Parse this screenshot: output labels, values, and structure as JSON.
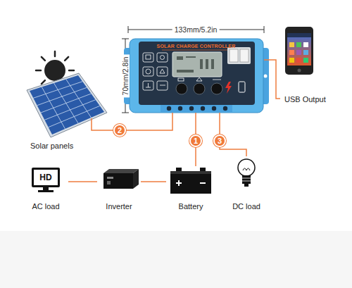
{
  "diagram": {
    "nodes": [
      {
        "text": [
          "SOLAR CHARGE CONTROLLER"
        ]
      },
      {
        "text": [
          "USB Output"
        ]
      },
      {
        "text": [
          "Solar panels"
        ]
      },
      {
        "text": [
          "AC load"
        ]
      },
      {
        "text": [
          "Inverter"
        ]
      },
      {
        "text": [
          "Battery"
        ]
      },
      {
        "text": [
          "DC load"
        ]
      }
    ],
    "edges": [
      {
        "from": 2,
        "to": 0,
        "label": "2",
        "arrow": "none"
      },
      {
        "from": 0,
        "to": 5,
        "label": "1",
        "arrow": "none"
      },
      {
        "from": 0,
        "to": 6,
        "label": "3",
        "arrow": "none"
      },
      {
        "from": 0,
        "to": 1,
        "arrow": "none"
      },
      {
        "from": 5,
        "to": 4,
        "arrow": "none"
      },
      {
        "from": 4,
        "to": 3,
        "arrow": "none"
      }
    ],
    "labels": [
      "133mm/5.2in",
      "70mm/2.8in",
      "HD"
    ]
  }
}
